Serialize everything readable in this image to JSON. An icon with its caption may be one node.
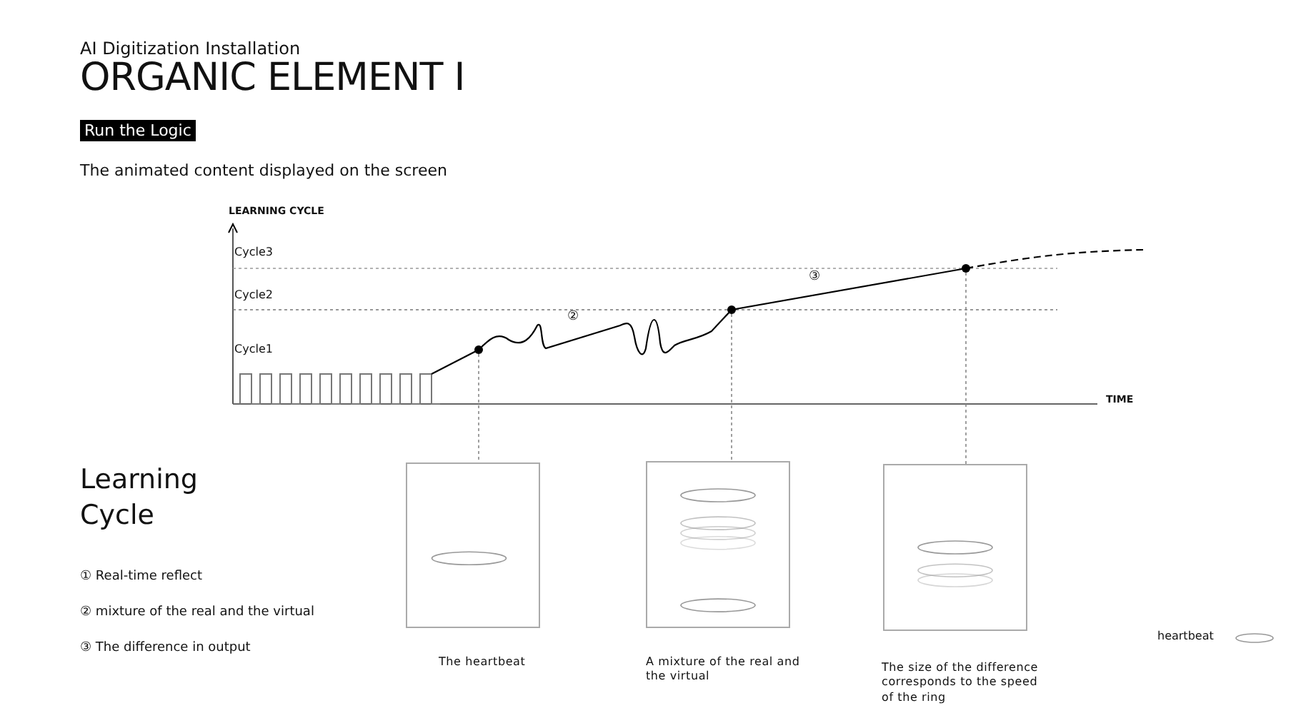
{
  "diagram": {
    "title": "ORGANIC ELEMENT I",
    "nodes": [
      {
        "text": [],
        "shape": "circle"
      },
      {
        "text": [],
        "shape": "circle"
      },
      {
        "text": [],
        "shape": "circle"
      },
      {
        "text": [],
        "shape": "box",
        "beside": [
          "The heartbeat"
        ]
      },
      {
        "text": [],
        "shape": "box",
        "beside": [
          "A mixture of the real and the virtual"
        ]
      },
      {
        "text": [],
        "shape": "box",
        "beside": [
          "The size of the difference corresponds to the speed of the ring"
        ]
      }
    ],
    "edges": [
      {
        "from": 0,
        "to": 3,
        "arrow": "none",
        "style": "dashed"
      },
      {
        "from": 1,
        "to": 4,
        "arrow": "none",
        "style": "dashed"
      },
      {
        "from": 2,
        "to": 5,
        "arrow": "none",
        "style": "dashed"
      }
    ],
    "labels": [
      "AI Digitization Installation",
      "Run the Logic",
      "The animated content displayed on the screen",
      "LEARNING CYCLE",
      "Cycle3",
      "Cycle2",
      "Cycle1",
      "②",
      "③",
      "TIME",
      "Learning Cycle",
      "① Real-time reflect",
      "② mixture of the real and the virtual",
      "③ The difference in output"
    ],
    "legend": [
      {
        "text": "heartbeat"
      }
    ]
  }
}
